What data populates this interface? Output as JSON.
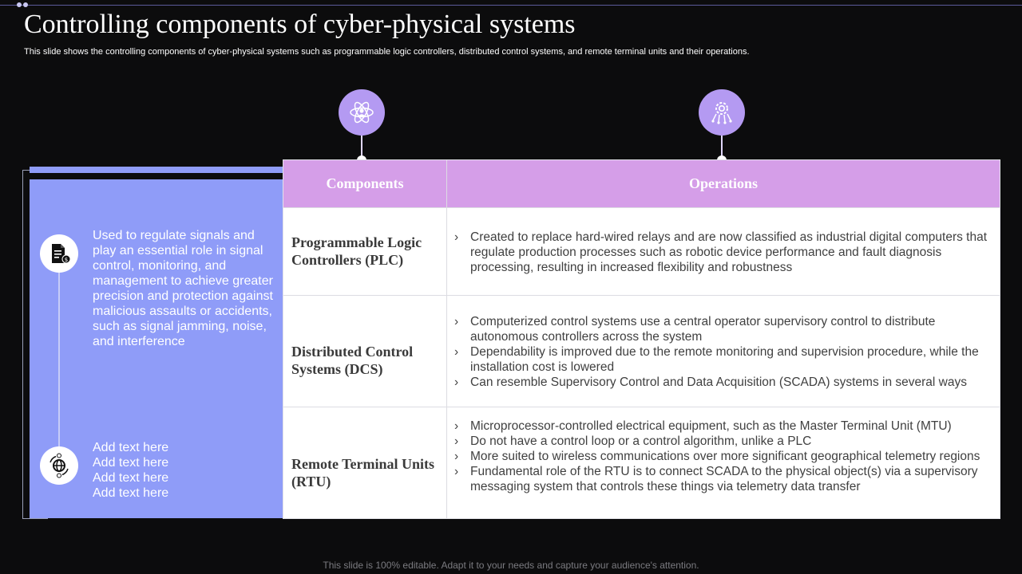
{
  "header": {
    "title": "Controlling components of cyber-physical systems",
    "subtitle": "This slide shows the controlling components of cyber-physical systems such as programmable logic controllers, distributed control systems, and remote terminal units and their operations."
  },
  "left_panel": {
    "description": "Used to regulate signals and play an essential role in signal control, monitoring, and management to achieve greater precision and protection against malicious assaults or accidents, such as signal jamming, noise, and interference",
    "placeholders": [
      "Add text here",
      "Add text here",
      "Add text here",
      "Add text here"
    ],
    "icons": [
      "document-dollar-icon",
      "globe-currency-cycle-icon"
    ]
  },
  "table": {
    "header_icons": [
      "atom-user-icon",
      "circuit-gear-icon"
    ],
    "columns": [
      "Components",
      "Operations"
    ],
    "rows": [
      {
        "component": "Programmable Logic Controllers (PLC)",
        "operations": [
          "Created to replace hard-wired relays and are now classified as industrial digital computers that regulate production processes such as robotic device performance and fault diagnosis processing, resulting in increased flexibility and robustness"
        ]
      },
      {
        "component": "Distributed Control Systems (DCS)",
        "operations": [
          "Computerized control systems use a central operator supervisory control to distribute autonomous controllers across the system",
          "Dependability is improved due to the remote monitoring and supervision procedure, while the installation cost is lowered",
          "Can resemble Supervisory Control and Data Acquisition (SCADA) systems in several ways"
        ]
      },
      {
        "component": "Remote Terminal Units (RTU)",
        "operations": [
          "Microprocessor-controlled electrical equipment, such as the Master Terminal Unit (MTU)",
          "Do not have a control loop or a control algorithm, unlike a PLC",
          "More suited to wireless communications over more significant geographical telemetry regions",
          "Fundamental role of the RTU is to connect SCADA to the physical object(s) via a supervisory messaging system that controls these things via telemetry data transfer"
        ]
      }
    ]
  },
  "footer": "This slide is 100% editable. Adapt it to your needs and capture your audience's attention.",
  "colors": {
    "background": "#0c0c0d",
    "panel_blue": "#8f9cf8",
    "header_purple": "#d59ee8",
    "icon_purple": "#b49af2"
  }
}
